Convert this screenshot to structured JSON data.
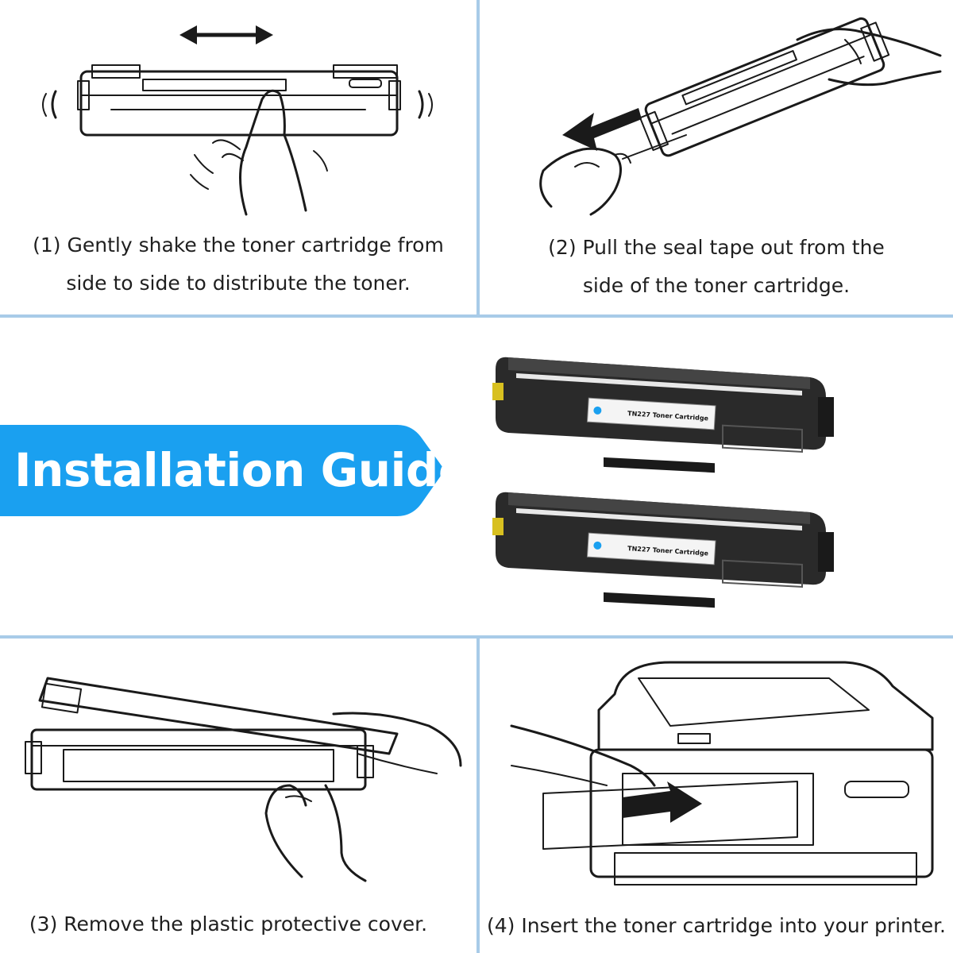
{
  "steps": [
    {
      "number": "(1)",
      "line1": "(1) Gently shake the toner cartridge from",
      "line2": "side to side to distribute the toner."
    },
    {
      "number": "(2)",
      "line1": "(2) Pull the seal tape out from the",
      "line2": "side of the toner cartridge."
    },
    {
      "number": "(3)",
      "line1": "(3) Remove the plastic protective cover."
    },
    {
      "number": "(4)",
      "line1": "(4) Insert the toner cartridge into your printer."
    }
  ],
  "banner": {
    "title": "Installation Guide",
    "color": "#1aa0f0"
  },
  "product": {
    "label_text": "TN227 Toner Cartridge",
    "count": 2
  },
  "colors": {
    "divider": "#a8cbe8",
    "banner": "#1aa0f0",
    "line": "#1a1a1a"
  }
}
